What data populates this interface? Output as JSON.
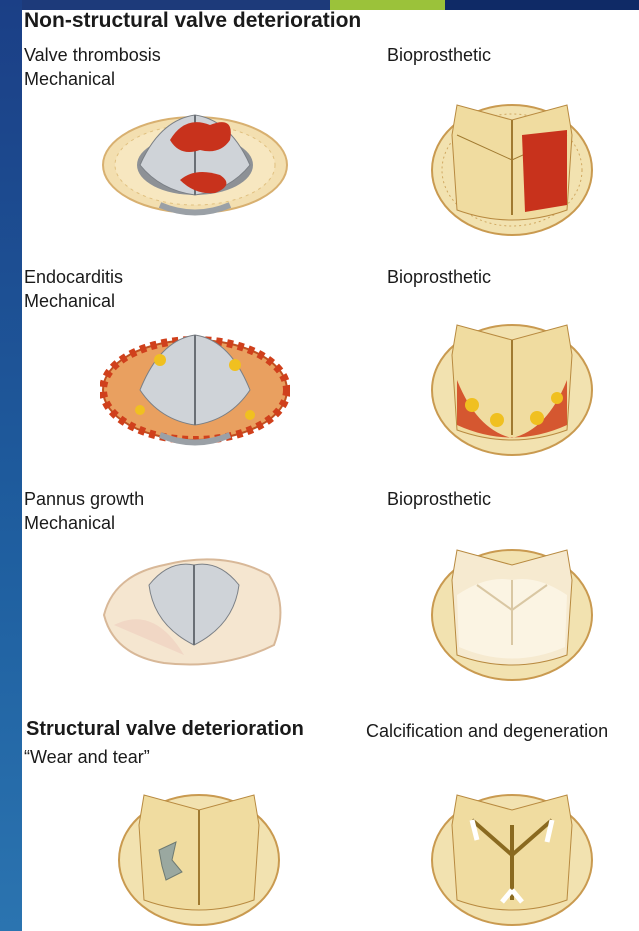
{
  "sections": {
    "non_structural_title": "Non-structural valve deterioration",
    "structural_title": "Structural valve deterioration"
  },
  "rows": [
    {
      "left_label_1": "Valve thrombosis",
      "left_label_2": "Mechanical",
      "right_label": "Bioprosthetic"
    },
    {
      "left_label_1": "Endocarditis",
      "left_label_2": "Mechanical",
      "right_label": "Bioprosthetic"
    },
    {
      "left_label_1": "Pannus growth",
      "left_label_2": "Mechanical",
      "right_label": "Bioprosthetic"
    }
  ],
  "structural": {
    "left_label": "“Wear and tear”",
    "right_label": "Calcification and degeneration"
  },
  "colors": {
    "thrombus": "#c8321c",
    "infection_red": "#d0401c",
    "infection_yellow": "#f0c020",
    "tissue": "#f0e0a8",
    "metal": "#c8ccd2"
  }
}
